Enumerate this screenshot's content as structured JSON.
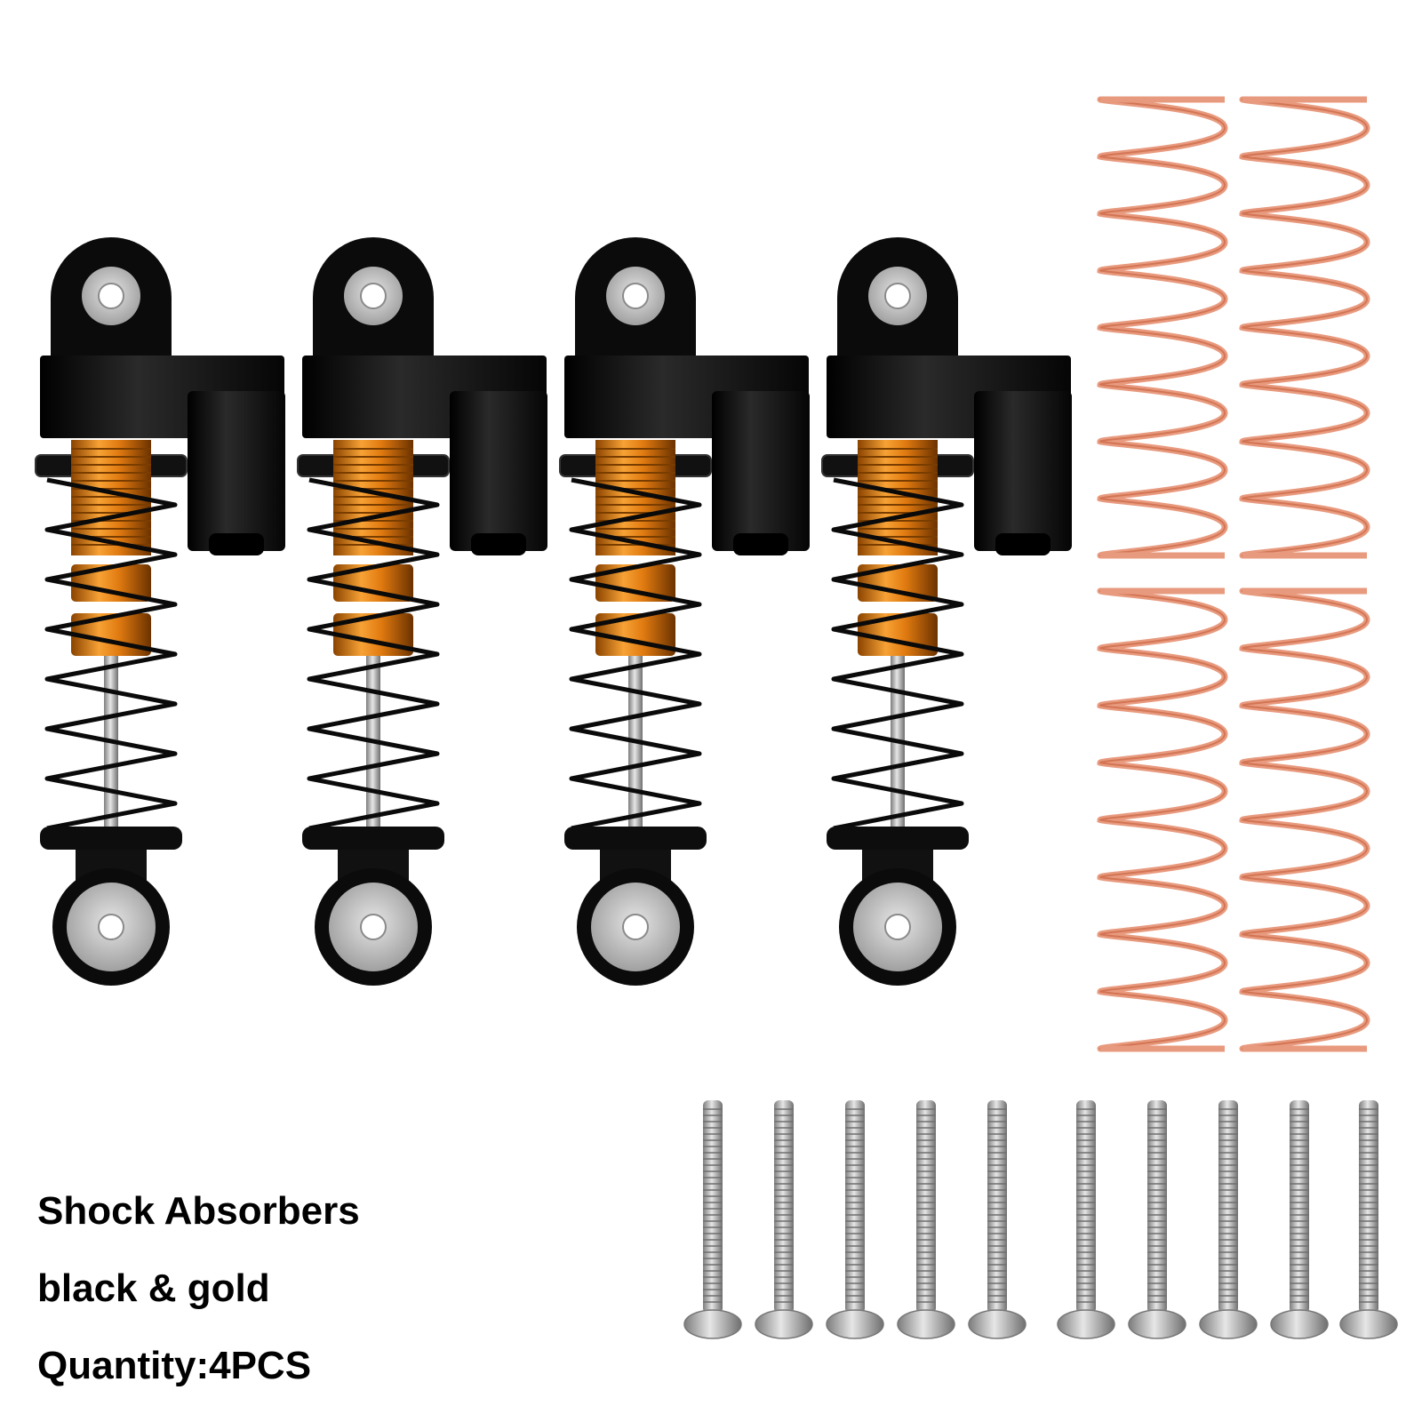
{
  "product": {
    "title": "Shock Absorbers",
    "color_variant": "black & gold",
    "quantity": "Quantity:4PCS"
  },
  "colors": {
    "background": "#ffffff",
    "body": "#0b0b0b",
    "gold": "#e07a10",
    "copper_spring": "#e89a7e",
    "steel": "#b9b9b9"
  },
  "items": {
    "shock_absorber_count": 4,
    "copper_spring_count": 4,
    "screw_count": 10
  }
}
